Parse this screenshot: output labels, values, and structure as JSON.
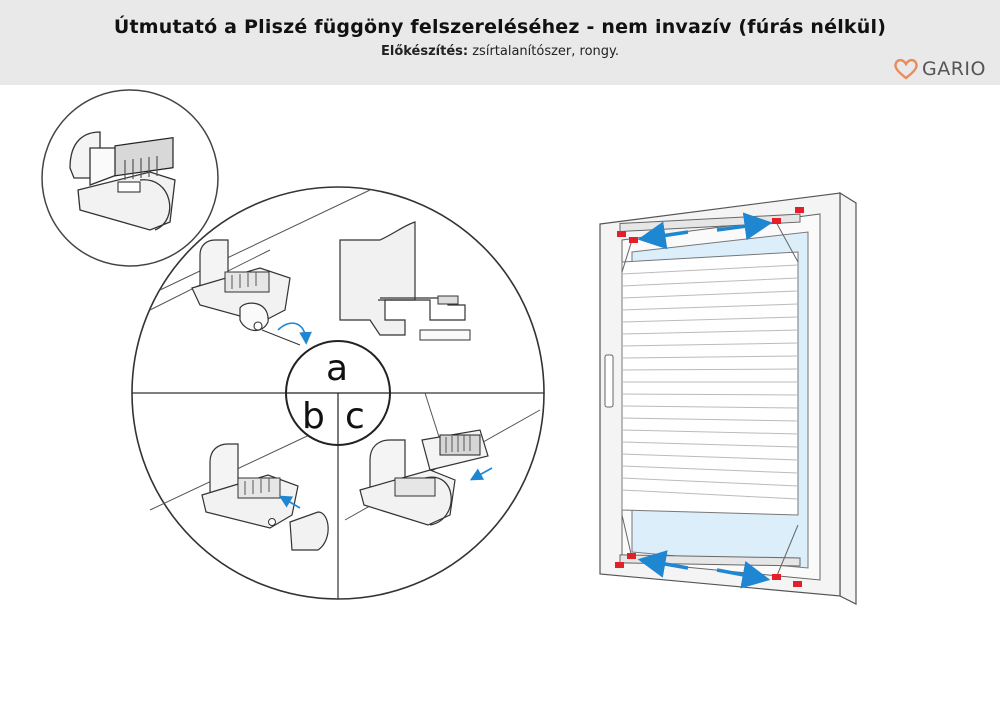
{
  "header": {
    "title": "Útmutató a Pliszé függöny felszereléséhez - nem invazív (fúrás nélkül)",
    "prep_label": "Előkészítés:",
    "prep_text": "zsírtalanítószer, rongy."
  },
  "logo": {
    "text": "GARIO",
    "icon": "heart-logo-icon",
    "color": "#e98b5a"
  },
  "detail_labels": {
    "a": "a",
    "b": "b",
    "c": "c"
  },
  "colors": {
    "arrow": "#1f87d2",
    "bracket": "#e3202a",
    "glass": "#dbeefa",
    "line": "#333333"
  }
}
